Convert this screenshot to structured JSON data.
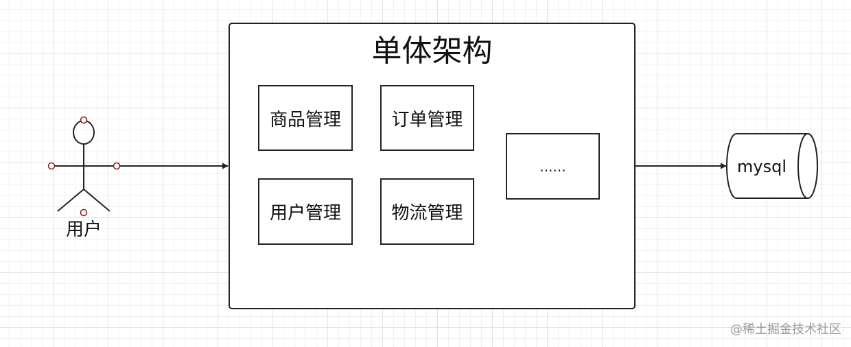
{
  "diagram": {
    "title": "单体架构",
    "actor": {
      "label": "用户"
    },
    "modules": [
      {
        "label": "商品管理"
      },
      {
        "label": "订单管理"
      },
      {
        "label": "用户管理"
      },
      {
        "label": "物流管理"
      },
      {
        "label": "......"
      }
    ],
    "database": {
      "label": "mysql"
    },
    "edges": [
      {
        "from": "用户",
        "to": "单体架构"
      },
      {
        "from": "单体架构",
        "to": "mysql"
      }
    ]
  },
  "watermark": "@稀土掘金技术社区",
  "colors": {
    "stroke": "#222222",
    "handle": "#8b1a1a",
    "background": "#ffffff",
    "grid": "#e4e4e4"
  }
}
